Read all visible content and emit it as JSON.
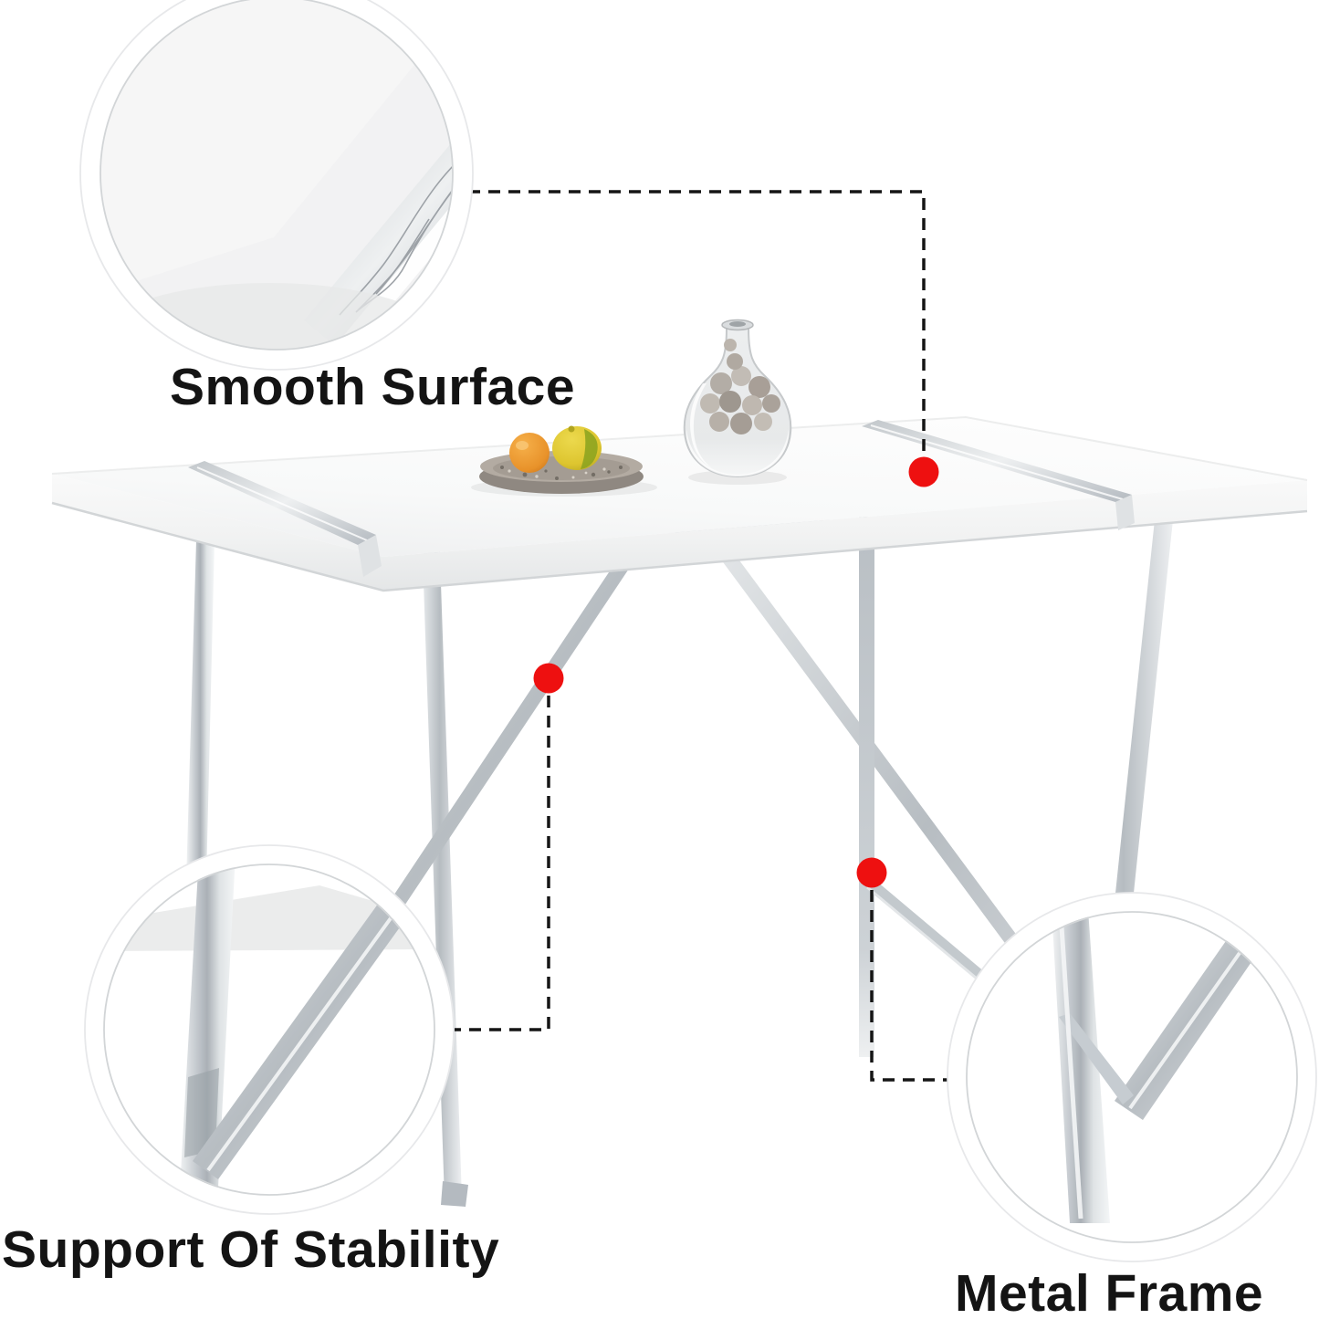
{
  "page": {
    "background": "#ffffff",
    "kind": "annotated product photo of a dining table"
  },
  "labels": {
    "smooth_surface": "Smooth Surface",
    "support_of_stability": "Support Of Stability",
    "metal_frame": "Metal Frame"
  },
  "annotations": {
    "dot_color": "#ee1010",
    "leader_line_color": "#151515",
    "dot_count": 3,
    "callouts": [
      {
        "label": "Smooth Surface",
        "target": "table top surface"
      },
      {
        "label": "Support Of Stability",
        "target": "diagonal leg brace"
      },
      {
        "label": "Metal Frame",
        "target": "chrome leg frame"
      }
    ]
  },
  "palette": {
    "tabletop": "#f7f8f8",
    "chrome_light": "#f2f4f5",
    "chrome_mid": "#c6cbd0",
    "chrome_dark": "#9aa1a7",
    "text": "#141414",
    "fruit_orange": "#e8922a",
    "fruit_lemon": "#ddc52f",
    "tray_stone": "#b3aba2"
  }
}
